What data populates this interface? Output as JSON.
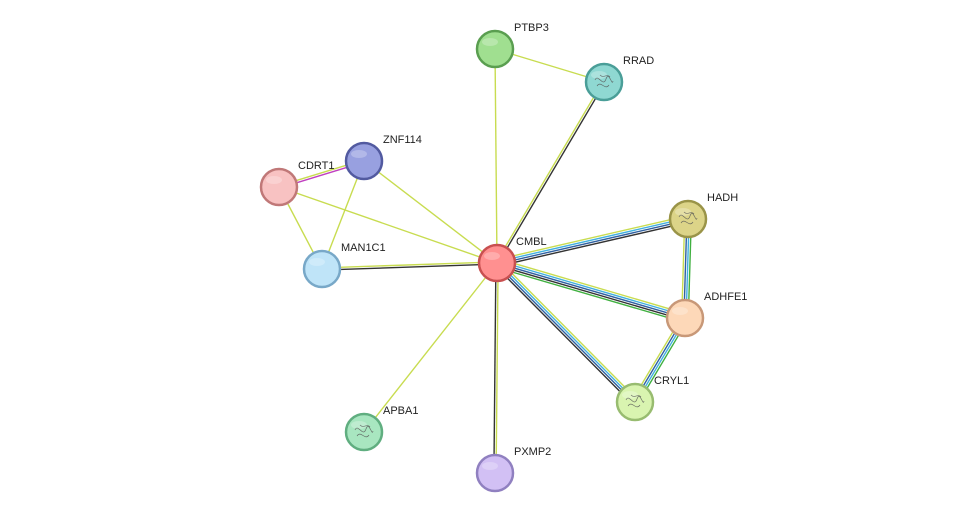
{
  "network": {
    "nodes": [
      {
        "id": "CMBL",
        "label": "CMBL",
        "fill": "#ff9090",
        "stroke": "#c85050",
        "has_structure": false
      },
      {
        "id": "PTBP3",
        "label": "PTBP3",
        "fill": "#a0df90",
        "stroke": "#5a9e50",
        "has_structure": false
      },
      {
        "id": "RRAD",
        "label": "RRAD",
        "fill": "#8fd8d2",
        "stroke": "#4a9e98",
        "has_structure": true
      },
      {
        "id": "ZNF114",
        "label": "ZNF114",
        "fill": "#98a0e0",
        "stroke": "#525aa0",
        "has_structure": false
      },
      {
        "id": "CDRT1",
        "label": "CDRT1",
        "fill": "#f8c2c2",
        "stroke": "#c07878",
        "has_structure": false
      },
      {
        "id": "MAN1C1",
        "label": "MAN1C1",
        "fill": "#bfe4f8",
        "stroke": "#78a8c8",
        "has_structure": false
      },
      {
        "id": "HADH",
        "label": "HADH",
        "fill": "#dcd488",
        "stroke": "#9a9448",
        "has_structure": true
      },
      {
        "id": "ADHFE1",
        "label": "ADHFE1",
        "fill": "#fdd8b8",
        "stroke": "#c89878",
        "has_structure": false
      },
      {
        "id": "CRYL1",
        "label": "CRYL1",
        "fill": "#d9f4b0",
        "stroke": "#98bc70",
        "has_structure": true
      },
      {
        "id": "APBA1",
        "label": "APBA1",
        "fill": "#a8e6c0",
        "stroke": "#60ae80",
        "has_structure": true
      },
      {
        "id": "PXMP2",
        "label": "PXMP2",
        "fill": "#d2c0f4",
        "stroke": "#9080c0",
        "has_structure": false
      }
    ],
    "edges": [
      {
        "source": "CMBL",
        "target": "PTBP3",
        "colors": [
          "#c8dc50"
        ]
      },
      {
        "source": "PTBP3",
        "target": "RRAD",
        "colors": [
          "#c8dc50"
        ]
      },
      {
        "source": "CMBL",
        "target": "RRAD",
        "colors": [
          "#c8dc50",
          "#333333"
        ]
      },
      {
        "source": "CDRT1",
        "target": "ZNF114",
        "colors": [
          "#c8dc50",
          "#c040c0"
        ]
      },
      {
        "source": "CDRT1",
        "target": "MAN1C1",
        "colors": [
          "#c8dc50"
        ]
      },
      {
        "source": "ZNF114",
        "target": "MAN1C1",
        "colors": [
          "#c8dc50"
        ]
      },
      {
        "source": "ZNF114",
        "target": "CMBL",
        "colors": [
          "#c8dc50"
        ]
      },
      {
        "source": "CDRT1",
        "target": "CMBL",
        "colors": [
          "#c8dc50"
        ]
      },
      {
        "source": "MAN1C1",
        "target": "CMBL",
        "colors": [
          "#c8dc50",
          "#333333"
        ]
      },
      {
        "source": "CMBL",
        "target": "HADH",
        "colors": [
          "#c8dc50",
          "#40b0e0",
          "#3060a0",
          "#333333"
        ]
      },
      {
        "source": "CMBL",
        "target": "ADHFE1",
        "colors": [
          "#c8dc50",
          "#40b0e0",
          "#3060a0",
          "#333333",
          "#40b040"
        ]
      },
      {
        "source": "CMBL",
        "target": "CRYL1",
        "colors": [
          "#c8dc50",
          "#40b0e0",
          "#3060a0",
          "#333333"
        ]
      },
      {
        "source": "CMBL",
        "target": "APBA1",
        "colors": [
          "#c8dc50"
        ]
      },
      {
        "source": "CMBL",
        "target": "PXMP2",
        "colors": [
          "#c8dc50",
          "#333333"
        ]
      },
      {
        "source": "HADH",
        "target": "ADHFE1",
        "colors": [
          "#40b040",
          "#40b0e0",
          "#3060a0",
          "#c8dc50"
        ]
      },
      {
        "source": "ADHFE1",
        "target": "CRYL1",
        "colors": [
          "#40b040",
          "#40b0e0",
          "#3060a0",
          "#c8dc50"
        ]
      }
    ]
  }
}
